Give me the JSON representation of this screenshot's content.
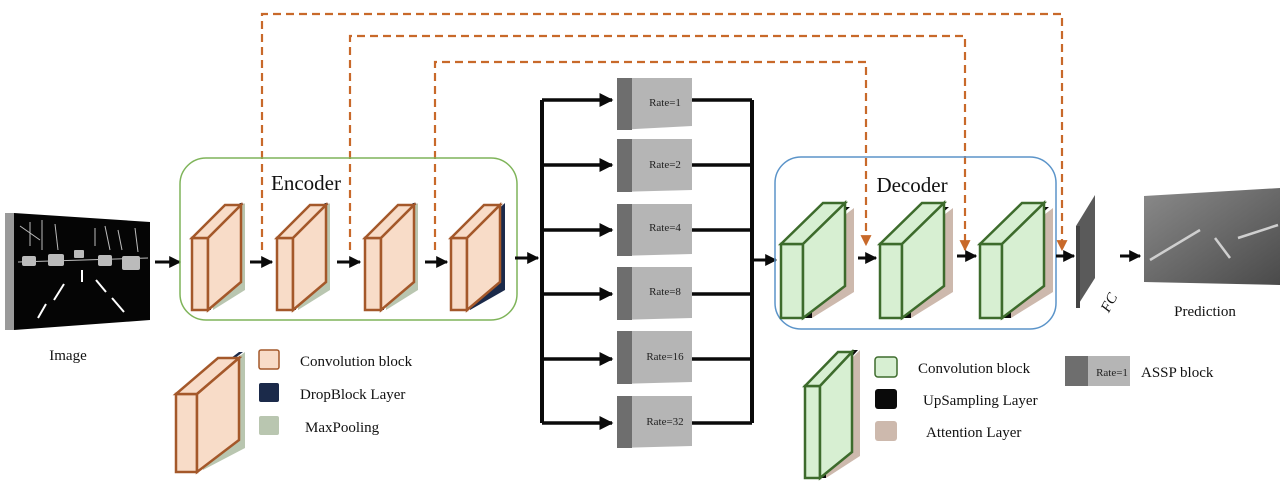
{
  "title": "",
  "input": {
    "label": "Image"
  },
  "encoder": {
    "title": "Encoder",
    "block_count": 4
  },
  "decoder": {
    "title": "Decoder",
    "block_count": 3
  },
  "aspp": {
    "rates": [
      "Rate=1",
      "Rate=2",
      "Rate=4",
      "Rate=8",
      "Rate=16",
      "Rate=32"
    ]
  },
  "fc": {
    "label": "FC"
  },
  "output": {
    "label": "Prediction"
  },
  "legend_encoder": {
    "items": [
      {
        "label": "Convolution block",
        "color": "#f8dcc8",
        "border": "#a4582a"
      },
      {
        "label": "DropBlock Layer",
        "color": "#1b2a4a",
        "border": "#1b2a4a"
      },
      {
        "label": "MaxPooling",
        "color": "#b9c6b0",
        "border": "#b9c6b0"
      }
    ]
  },
  "legend_decoder": {
    "items": [
      {
        "label": "Convolution block",
        "color": "#d7efd2",
        "border": "#3d6b2c"
      },
      {
        "label": "UpSampling Layer",
        "color": "#0a0a0a",
        "border": "#0a0a0a"
      },
      {
        "label": "Attention Layer",
        "color": "#cdb9ad",
        "border": "#cdb9ad"
      }
    ],
    "aspp_label": "ASSP block",
    "aspp_swatch_rate": "Rate=1"
  },
  "colors": {
    "encoder_frame": "#7fb45a",
    "decoder_frame": "#5b94c9",
    "skip_arrow": "#c8692a",
    "arrow": "#0a0a0a"
  }
}
